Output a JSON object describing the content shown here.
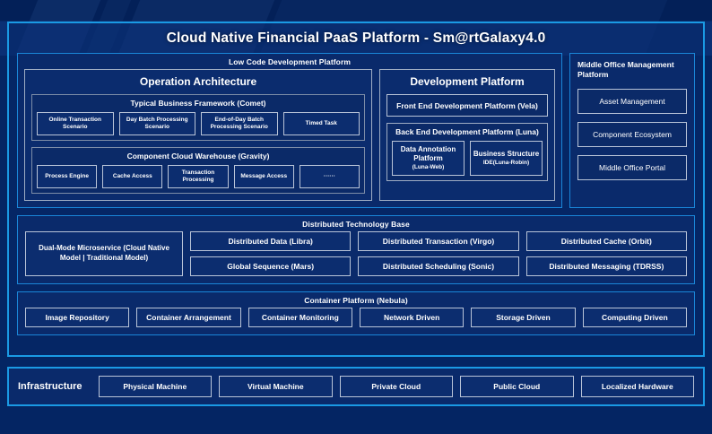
{
  "header": {
    "title": "Cloud Native Financial PaaS Platform - Sm@rtGalaxy4.0"
  },
  "low_code": {
    "title": "Low Code Development Platform",
    "operation_architecture": {
      "title": "Operation Architecture",
      "groups": [
        {
          "title": "Typical Business Framework (Comet)",
          "items": [
            "Online Transaction Scenario",
            "Day Batch Processing Scenario",
            "End-of-Day Batch Processing Scenario",
            "Timed Task"
          ]
        },
        {
          "title": "Component Cloud Warehouse (Gravity)",
          "items": [
            "Process Engine",
            "Cache Access",
            "Transaction Processing",
            "Message Access",
            "······"
          ]
        }
      ]
    },
    "development_platform": {
      "title": "Development Platform",
      "front_end": "Front End Development Platform (Vela)",
      "back_end": {
        "title": "Back End Development Platform (Luna)",
        "items": [
          {
            "main": "Data Annotation Platform",
            "sub": "(Luna-Web)"
          },
          {
            "main": "Business Structure",
            "sub": "IDE(Luna-Robin)"
          }
        ]
      }
    }
  },
  "middle_office": {
    "title": "Middle Office Management Platform",
    "items": [
      "Asset Management",
      "Component Ecosystem",
      "Middle Office Portal"
    ]
  },
  "distributed_base": {
    "title": "Distributed Technology Base",
    "wide_item": "Dual-Mode Microservice (Cloud Native Model | Traditional Model)",
    "columns": [
      [
        "Distributed Data (Libra)",
        "Global Sequence (Mars)"
      ],
      [
        "Distributed Transaction (Virgo)",
        "Distributed Scheduling (Sonic)"
      ],
      [
        "Distributed Cache (Orbit)",
        "Distributed Messaging (TDRSS)"
      ]
    ]
  },
  "container_platform": {
    "title": "Container Platform (Nebula)",
    "items": [
      "Image Repository",
      "Container Arrangement",
      "Container Monitoring",
      "Network Driven",
      "Storage Driven",
      "Computing Driven"
    ]
  },
  "infrastructure": {
    "label": "Infrastructure",
    "items": [
      "Physical Machine",
      "Virtual Machine",
      "Private Cloud",
      "Public Cloud",
      "Localized Hardware"
    ]
  },
  "colors": {
    "page_background": "#042563",
    "accent_border": "#1a9ae4",
    "panel_background": "#0a2a6b",
    "box_border": "#b9c4d8",
    "text": "#ffffff"
  }
}
